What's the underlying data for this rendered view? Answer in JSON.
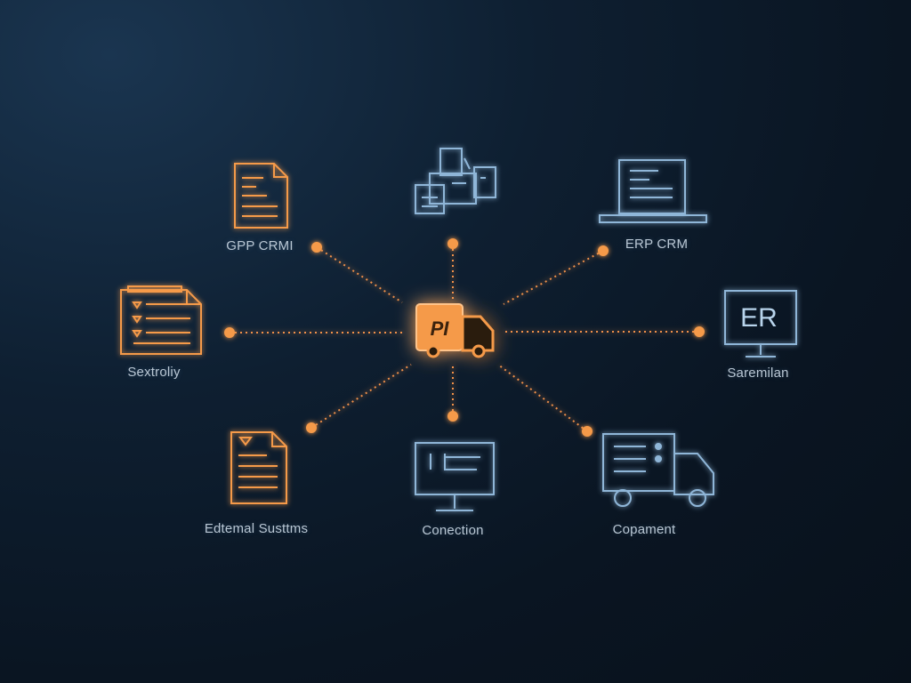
{
  "hub": {
    "icon": "truck-icon",
    "text": "PI",
    "color": "#f59a4a"
  },
  "colors": {
    "orange": "#f59a4a",
    "blue": "#8fb6d8",
    "line": "#f0904a"
  },
  "nodes": [
    {
      "id": "gpp-crm",
      "label": "GPP CRMI",
      "icon": "document-icon",
      "color": "orange"
    },
    {
      "id": "files",
      "label": "",
      "icon": "files-stack-icon",
      "color": "blue"
    },
    {
      "id": "erp-crm",
      "label": "ERP CRM",
      "icon": "laptop-icon",
      "color": "blue"
    },
    {
      "id": "sextroliy",
      "label": "Sextroliy",
      "icon": "checklist-icon",
      "color": "orange"
    },
    {
      "id": "saremilan",
      "label": "Saremilan",
      "icon": "monitor-icon",
      "text": "ER",
      "color": "blue"
    },
    {
      "id": "external",
      "label": "Edtemal Susttms",
      "icon": "document-icon",
      "color": "orange"
    },
    {
      "id": "conection",
      "label": "Conection",
      "icon": "monitor-icon",
      "color": "blue"
    },
    {
      "id": "copament",
      "label": "Copament",
      "icon": "truck-icon",
      "color": "blue"
    }
  ]
}
